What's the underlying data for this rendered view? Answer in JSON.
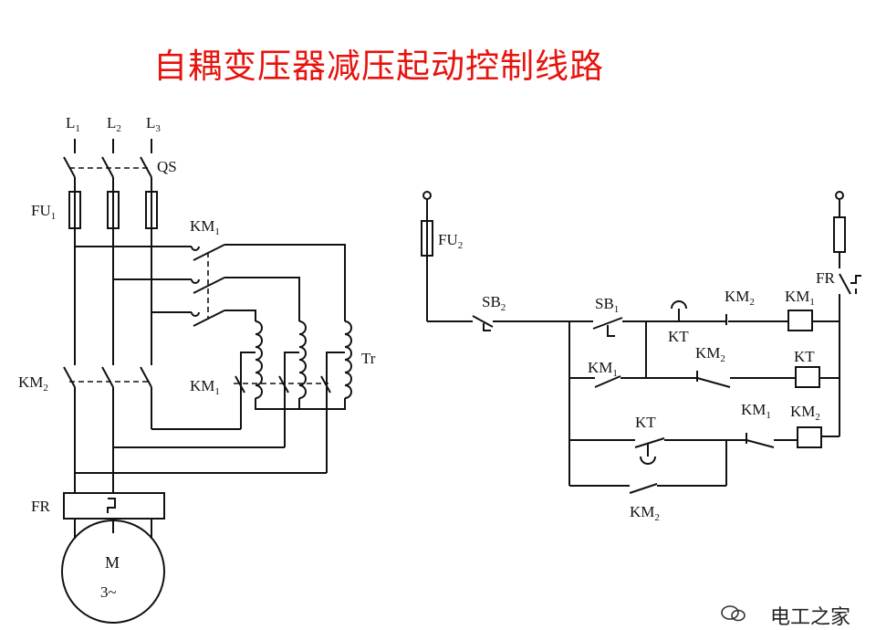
{
  "title": "自耦变压器减压起动控制线路",
  "watermark": "电工之家",
  "labels": {
    "L1": "L",
    "L1_sub": "1",
    "L2": "L",
    "L2_sub": "2",
    "L3": "L",
    "L3_sub": "3",
    "QS": "QS",
    "FU1": "FU",
    "FU1_sub": "1",
    "KM1_top": "KM",
    "KM1_top_sub": "1",
    "KM2_left": "KM",
    "KM2_left_sub": "2",
    "KM1_mid": "KM",
    "KM1_mid_sub": "1",
    "Tr": "Tr",
    "FR_main": "FR",
    "motor_M": "M",
    "motor_phase": "3~",
    "FU2": "FU",
    "FU2_sub": "2",
    "SB2": "SB",
    "SB2_sub": "2",
    "SB1": "SB",
    "SB1_sub": "1",
    "KT_r1": "KT",
    "KM2_r1": "KM",
    "KM2_r1_sub": "2",
    "KM1_coil": "KM",
    "KM1_coil_sub": "1",
    "FR_ctrl": "FR",
    "KM1_r2": "KM",
    "KM1_r2_sub": "1",
    "KM2_r2": "KM",
    "KM2_r2_sub": "2",
    "KT_coil": "KT",
    "KT_r3": "KT",
    "KM1_r3": "KM",
    "KM1_r3_sub": "1",
    "KM2_coil": "KM",
    "KM2_coil_sub": "2",
    "KM2_r4": "KM",
    "KM2_r4_sub": "2"
  },
  "colors": {
    "title": "#e8120c",
    "lines": "#111111"
  }
}
